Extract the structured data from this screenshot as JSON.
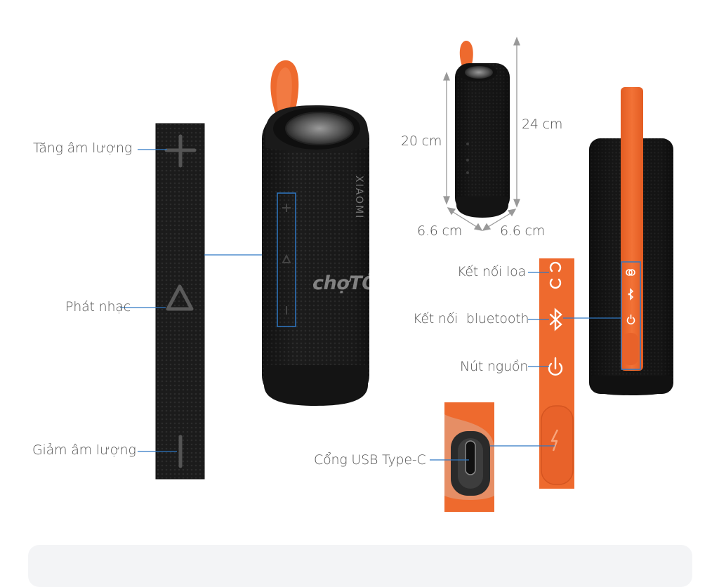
{
  "labels": {
    "volume_up": "Tăng âm lượng",
    "play": "Phát nhạc",
    "volume_down": "Giảm âm lượng",
    "height_body": "20 cm",
    "height_total": "24 cm",
    "width_left": "6.6 cm",
    "width_right": "6.6 cm",
    "connect_speaker": "Kết nối loa",
    "connect_bluetooth": "Kết nối  bluetooth",
    "power": "Nút nguồn",
    "usb_port": "Cổng USB Type-C"
  },
  "watermark": "chợTỐT",
  "colors": {
    "strap": "#ee6a2e",
    "speaker_body": "#1c1c1c",
    "leader_line": "#2f78c4",
    "footer": "#f3f4f6"
  }
}
